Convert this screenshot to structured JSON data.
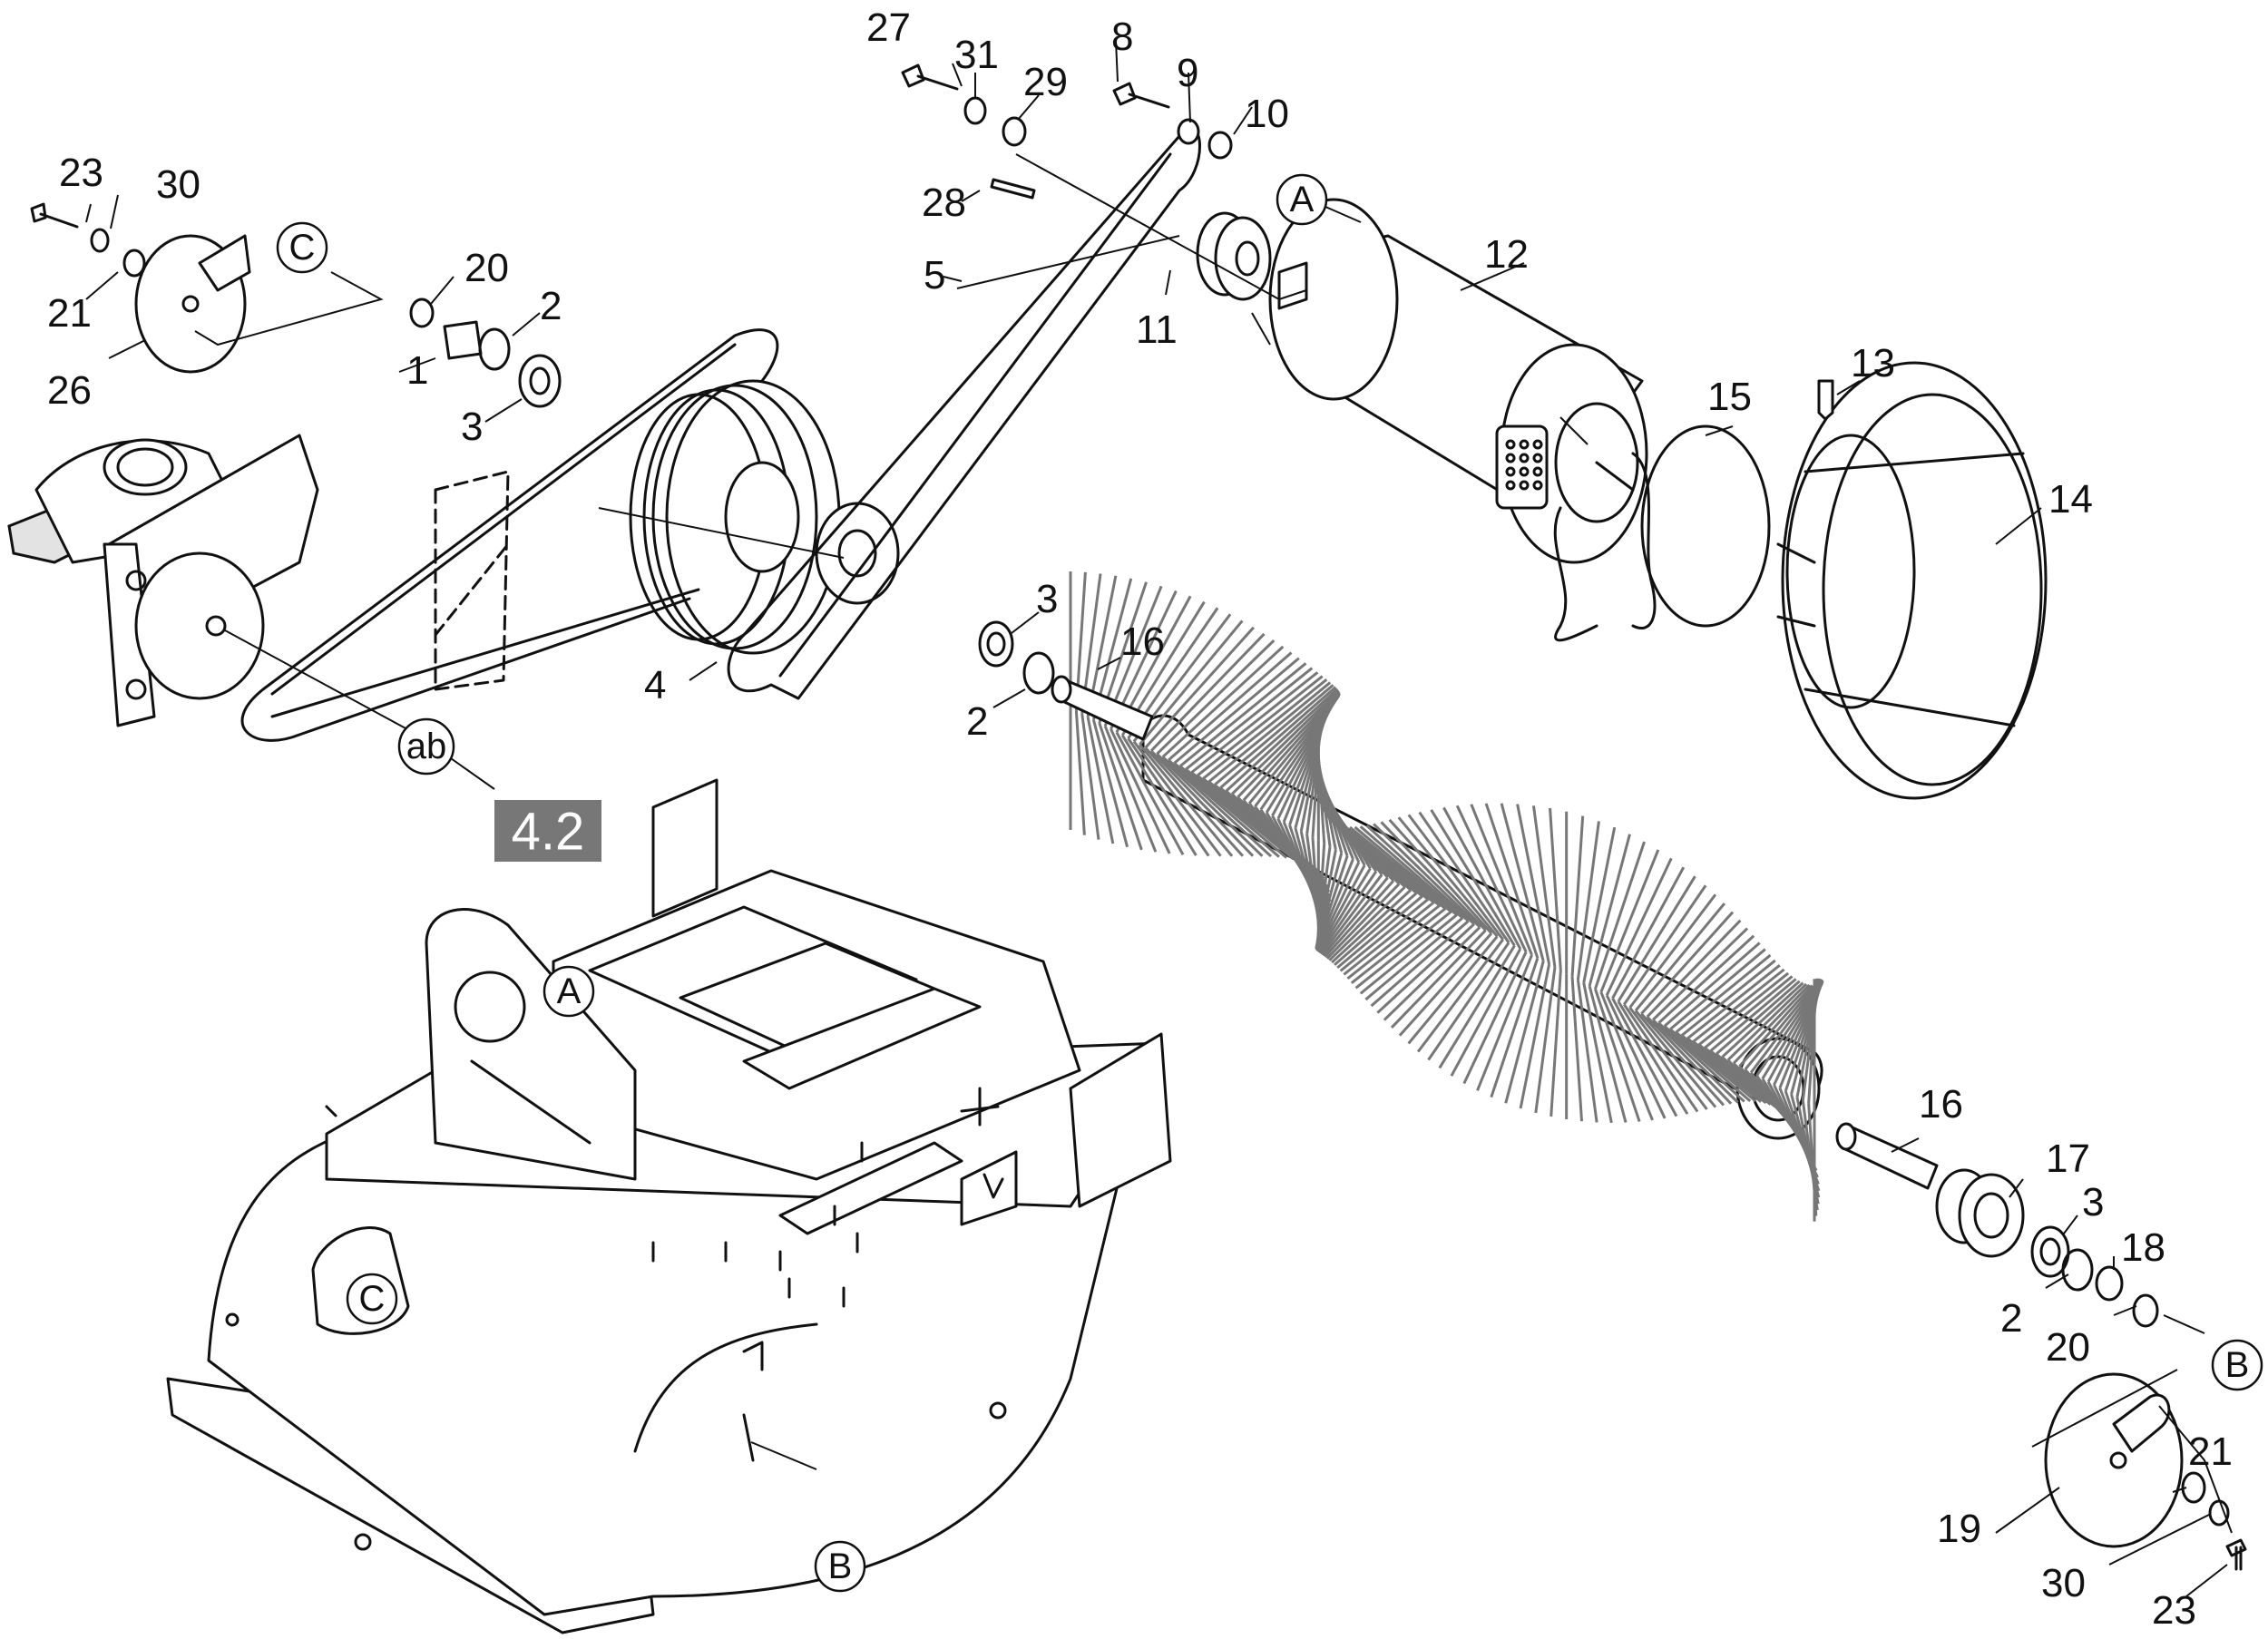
{
  "part_numbers": {
    "p27": "27",
    "p31": "31",
    "p29": "29",
    "p8": "8",
    "p9": "9",
    "p10": "10",
    "p28": "28",
    "p23a": "23",
    "p30a": "30",
    "p21a": "21",
    "p26": "26",
    "p20a": "20",
    "p2a": "2",
    "p1": "1",
    "p3a": "3",
    "p5": "5",
    "p11": "11",
    "p12": "12",
    "p13": "13",
    "p15": "15",
    "p14": "14",
    "p3b": "3",
    "p16a": "16",
    "p2b": "2",
    "p4": "4",
    "p16b": "16",
    "p17": "17",
    "p3c": "3",
    "p18": "18",
    "p2c": "2",
    "p20b": "20",
    "p21b": "21",
    "p19": "19",
    "p30b": "30",
    "p23b": "23"
  },
  "reference_markers": {
    "A_top": "A",
    "A_frame": "A",
    "C_top": "C",
    "C_frame": "C",
    "B_right": "B",
    "B_frame": "B",
    "ab": "ab"
  },
  "section_badge": "4.2"
}
